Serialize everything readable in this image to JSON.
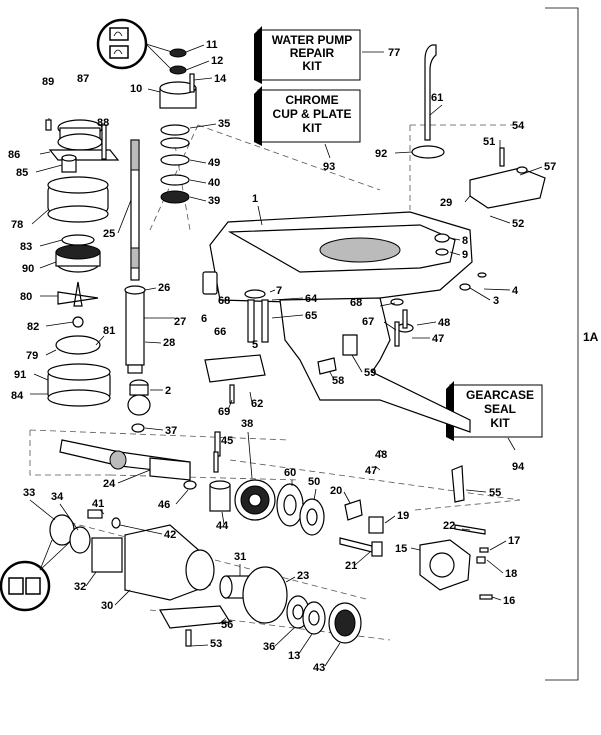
{
  "section_label": "1A",
  "kits": {
    "water_pump": {
      "lines": [
        "WATER PUMP",
        "REPAIR",
        "KIT"
      ],
      "ref": "77"
    },
    "chrome_cup": {
      "lines": [
        "CHROME",
        "CUP & PLATE",
        "KIT"
      ],
      "ref": "93"
    },
    "gearcase_seal": {
      "lines": [
        "GEARCASE",
        "SEAL",
        "KIT"
      ],
      "ref": "94"
    }
  },
  "callouts": {
    "c1": "1",
    "c2": "2",
    "c3": "3",
    "c4": "4",
    "c5": "5",
    "c6": "6",
    "c7": "7",
    "c8": "8",
    "c9": "9",
    "c10": "10",
    "c11": "11",
    "c12": "12",
    "c13": "13",
    "c14": "14",
    "c15": "15",
    "c16": "16",
    "c17": "17",
    "c18": "18",
    "c19": "19",
    "c20": "20",
    "c21": "21",
    "c22": "22",
    "c23": "23",
    "c24": "24",
    "c25": "25",
    "c26": "26",
    "c27": "27",
    "c28": "28",
    "c29": "29",
    "c30": "30",
    "c31": "31",
    "c32": "32",
    "c33": "33",
    "c34": "34",
    "c35": "35",
    "c36": "36",
    "c37": "37",
    "c38": "38",
    "c39": "39",
    "c40": "40",
    "c41": "41",
    "c42": "42",
    "c43": "43",
    "c44": "44",
    "c45": "45",
    "c46": "46",
    "c47a": "47",
    "c47b": "47",
    "c48a": "48",
    "c48b": "48",
    "c49": "49",
    "c50": "50",
    "c51": "51",
    "c52": "52",
    "c53": "53",
    "c54": "54",
    "c55": "55",
    "c56": "56",
    "c57": "57",
    "c58": "58",
    "c59": "59",
    "c60": "60",
    "c61": "61",
    "c62": "62",
    "c64": "64",
    "c65": "65",
    "c66": "66",
    "c67": "67",
    "c68a": "68",
    "c68b": "68",
    "c69": "69",
    "c78": "78",
    "c79": "79",
    "c80": "80",
    "c81": "81",
    "c82": "82",
    "c83": "83",
    "c84": "84",
    "c85": "85",
    "c86": "86",
    "c87": "87",
    "c88": "88",
    "c89": "89",
    "c90": "90",
    "c91": "91",
    "c92": "92"
  },
  "colors": {
    "ink": "#000000",
    "paper": "#ffffff",
    "shade": "#bbbbbb"
  },
  "icons": [
    "sealant-tube-icon"
  ]
}
